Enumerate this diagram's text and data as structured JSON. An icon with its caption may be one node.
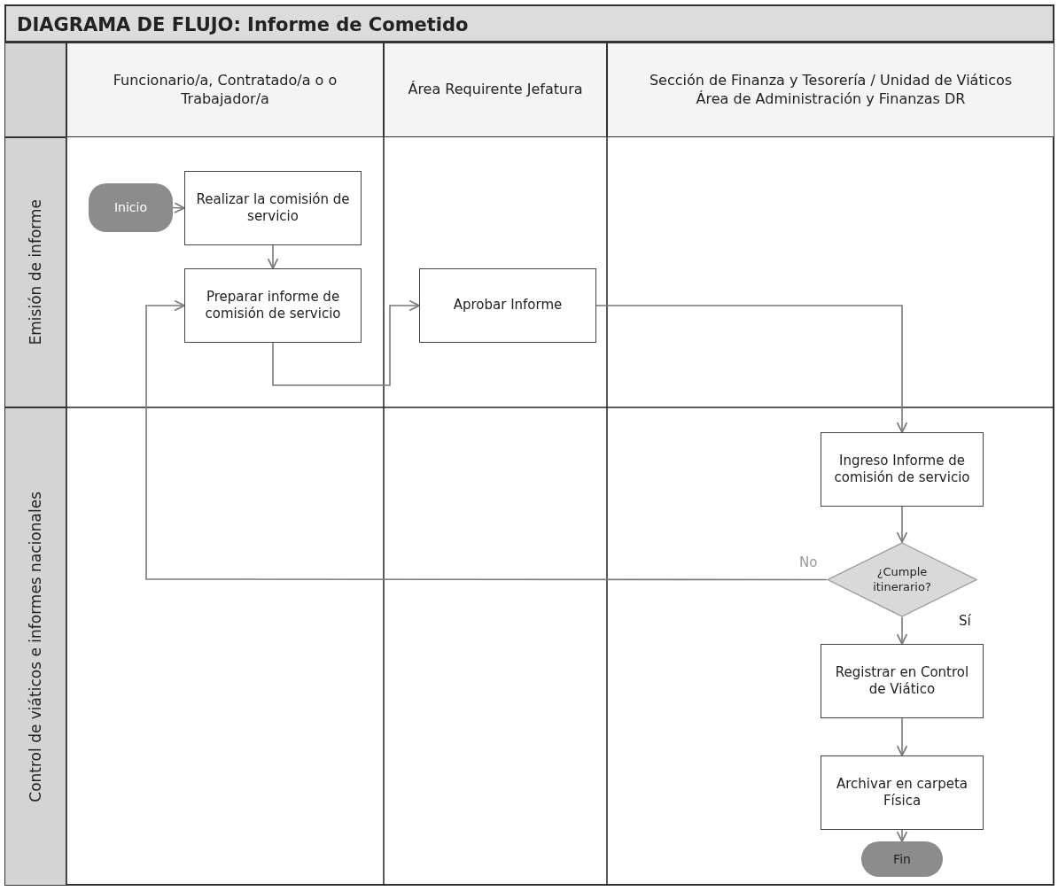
{
  "diagram": {
    "title": "DIAGRAMA DE FLUJO: Informe de Cometido",
    "nodes": [
      {
        "text": [
          "Funcionario/a, Contratado/a o o Trabajador/a"
        ]
      },
      {
        "text": [
          "Área Requirente Jefatura"
        ]
      },
      {
        "text": [
          "Sección de Finanza y Tesorería / Unidad de Viáticos",
          "Área de Administración y Finanzas DR"
        ]
      },
      {
        "text": [
          "Emisión de informe"
        ]
      },
      {
        "text": [
          "Control de viáticos e informes nacionales"
        ]
      },
      {
        "text": [
          "Inicio"
        ]
      },
      {
        "text": [
          "Realizar la comisión de servicio"
        ]
      },
      {
        "text": [
          "Preparar informe de comisión de servicio"
        ]
      },
      {
        "text": [
          "Aprobar Informe"
        ]
      },
      {
        "text": [
          "Ingreso Informe de comisión de servicio"
        ]
      },
      {
        "text": [
          "¿Cumple itinerario?"
        ]
      },
      {
        "text": [
          "Registrar en Control de Viático"
        ]
      },
      {
        "text": [
          "Archivar en carpeta Física"
        ]
      },
      {
        "text": [
          "Fin"
        ]
      }
    ],
    "edges": [
      {
        "from": 5,
        "to": 6,
        "arrow": "to"
      },
      {
        "from": 6,
        "to": 7,
        "arrow": "to"
      },
      {
        "from": 7,
        "to": 8,
        "arrow": "to"
      },
      {
        "from": 8,
        "to": 9,
        "arrow": "to"
      },
      {
        "from": 9,
        "to": 10,
        "arrow": "to"
      },
      {
        "from": 10,
        "to": 7,
        "label": "No",
        "arrow": "to"
      },
      {
        "from": 10,
        "to": 11,
        "label": "Sí",
        "arrow": "to"
      },
      {
        "from": 11,
        "to": 12,
        "arrow": "to"
      },
      {
        "from": 12,
        "to": 13,
        "arrow": "to"
      }
    ]
  }
}
